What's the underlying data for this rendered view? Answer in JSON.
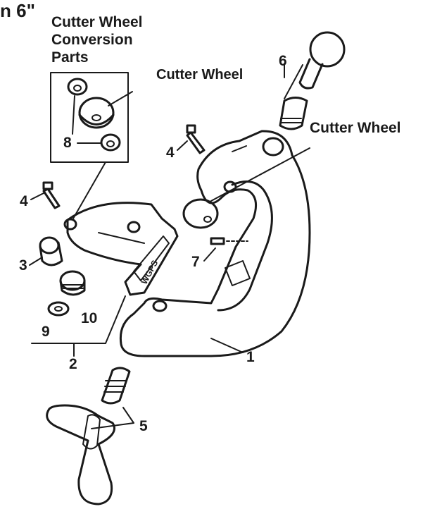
{
  "page": {
    "title_fragment": "n 6\""
  },
  "conversion_box": {
    "title_lines": [
      "Cutter Wheel",
      "Conversion",
      "Parts"
    ]
  },
  "headings": {
    "cutter_wheel_top": "Cutter Wheel",
    "cutter_wheel_right": "Cutter Wheel"
  },
  "part_numbers": {
    "p1": "1",
    "p2": "2",
    "p3": "3",
    "p4_left": "4",
    "p4_top": "4",
    "p5": "5",
    "p6": "6",
    "p7": "7",
    "p8": "8",
    "p9": "9",
    "p10": "10"
  },
  "frame_lettering": "WGPS",
  "colors": {
    "ink": "#1a1a1a",
    "paper": "#ffffff"
  }
}
